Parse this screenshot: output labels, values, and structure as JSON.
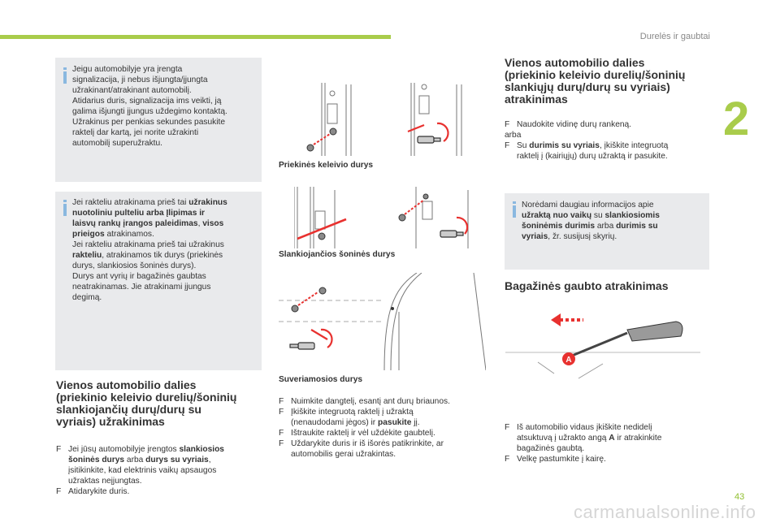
{
  "header": {
    "chapter_title": "Durelės ir gaubtai",
    "chapter_number": "2",
    "page_number": "43"
  },
  "watermark": "carmanualsonline.info",
  "colors": {
    "accent_green": "#a9cc4b",
    "info_blue": "#8ab8e0",
    "box_grey": "#e9eaec",
    "arrow_red": "#e8312f"
  },
  "info1": {
    "lines": [
      "Jeigu automobilyje yra įrengta",
      "signalizacija, ji nebus išjungta/įjungta",
      "užrakinant/atrakinant automobilį.",
      "Atidarius duris, signalizacija ims veikti, ją",
      "galima išjungti įjungus uždegimo kontaktą.",
      "Užrakinus per penkias sekundes pasukite",
      "raktelį dar kartą, jei norite užrakinti",
      "automobilį superužraktu."
    ]
  },
  "info2": {
    "l1": "Jei rakteliu atrakinama prieš tai ",
    "l1b": "užrakinus",
    "l2": "nuotoliniu pulteliu arba Įlipimas ir",
    "l3": "laisvų rankų įrangos paleidimas",
    "l3s": ", ",
    "l3b": "visos",
    "l4b": "prieigos",
    "l4": " atrakinamos.",
    "l5": "Jei rakteliu atrakinama prieš tai užrakinus",
    "l6b": "rakteliu",
    "l6": ", atrakinamos tik durys (priekinės",
    "l7": "durys, slankiosios šoninės durys).",
    "l8": "Durys ant vyrių ir bagažinės gaubtas",
    "l9": "neatrakinamas. Jie atrakinami įjungus",
    "l10": "degimą."
  },
  "lock_section": {
    "title_lines": [
      "Vienos automobilio dalies",
      "(priekinio keleivio durelių/šoninių",
      "slankiojančių durų/durų su",
      "vyriais) užrakinimas"
    ],
    "b1a": "Jei jūsų automobilyje įrengtos ",
    "b1b": "slankiosios",
    "b1c": "šoninės durys",
    "b1d": " arba ",
    "b1e": "durys su vyriais",
    "b1f": ",",
    "b1g": "įsitikinkite, kad elektrinis vaikų apsaugos",
    "b1h": "užraktas neįjungtas.",
    "b2": "Atidarykite duris.",
    "marker": "F"
  },
  "captions": {
    "front": "Priekinės keleivio durys",
    "sliding": "Slankiojančios šoninės durys",
    "hinged": "Suveriamosios durys"
  },
  "steps": {
    "s1": "Nuimkite dangtelį, esantį ant durų briaunos.",
    "s2a": "Įkiškite integruotą raktelį į užraktą",
    "s2b": "(nenaudodami jėgos) ir ",
    "s2c": "pasukite",
    "s2d": " jį.",
    "s3": "Ištraukite raktelį ir vėl uždėkite gaubtelį.",
    "s4a": "Uždarykite duris ir iš išorės patikrinkite, ar",
    "s4b": "automobilis gerai užrakintas."
  },
  "unlock_section": {
    "title_lines": [
      "Vienos automobilio dalies",
      "(priekinio keleivio durelių/šoninių",
      "slankiųjų durų/durų su vyriais)",
      "atrakinimas"
    ],
    "b1": "Naudokite vidinę durų rankeną.",
    "arba": "arba",
    "b2a": "Su ",
    "b2b": "durimis su vyriais",
    "b2c": ", įkiškite integruotą",
    "b2d": "raktelį į (kairiųjų) durų užraktą ir pasukite."
  },
  "info3": {
    "l1": "Norėdami daugiau informacijos apie",
    "l2b": "užraktą nuo vaikų",
    "l2": " su ",
    "l2c": "slankiosiomis",
    "l3b": "šoninėmis durimis",
    "l3": " arba ",
    "l3c": "durimis su",
    "l4b": "vyriais",
    "l4": ", žr. susijusį skyrių."
  },
  "trunk": {
    "title": "Bagažinės gaubto atrakinimas",
    "label_a": "A",
    "b1a": "Iš automobilio vidaus įkiškite nedidelį",
    "b1b": "atsuktuvą į užrakto angą ",
    "b1c": "A",
    "b1d": " ir atrakinkite",
    "b1e": "bagažinės gaubtą.",
    "b2": "Velkę pastumkite į kairę."
  }
}
